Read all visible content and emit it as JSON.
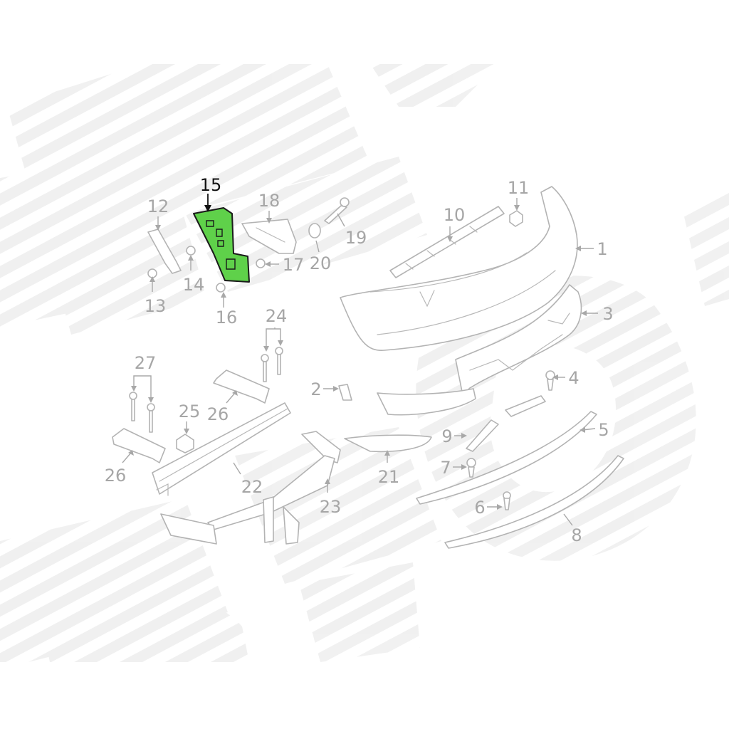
{
  "diagram": {
    "highlighted_part": "15",
    "colors": {
      "highlight_fill": "#5fd14a",
      "highlight_outline": "#1a1a1a",
      "line_art": "#b3b3b3",
      "callout_text": "#a6a6a6",
      "active_callout_text": "#111111",
      "watermark": "#ececec"
    },
    "callouts": {
      "c1": "1",
      "c2": "2",
      "c3": "3",
      "c4": "4",
      "c5": "5",
      "c6": "6",
      "c7": "7",
      "c8": "8",
      "c9": "9",
      "c10": "10",
      "c11": "11",
      "c12": "12",
      "c13": "13",
      "c14": "14",
      "c15": "15",
      "c16": "16",
      "c17": "17",
      "c18": "18",
      "c19": "19",
      "c20": "20",
      "c21": "21",
      "c22": "22",
      "c23": "23",
      "c24": "24",
      "c25": "25",
      "c26a": "26",
      "c26b": "26",
      "c27": "27"
    }
  }
}
